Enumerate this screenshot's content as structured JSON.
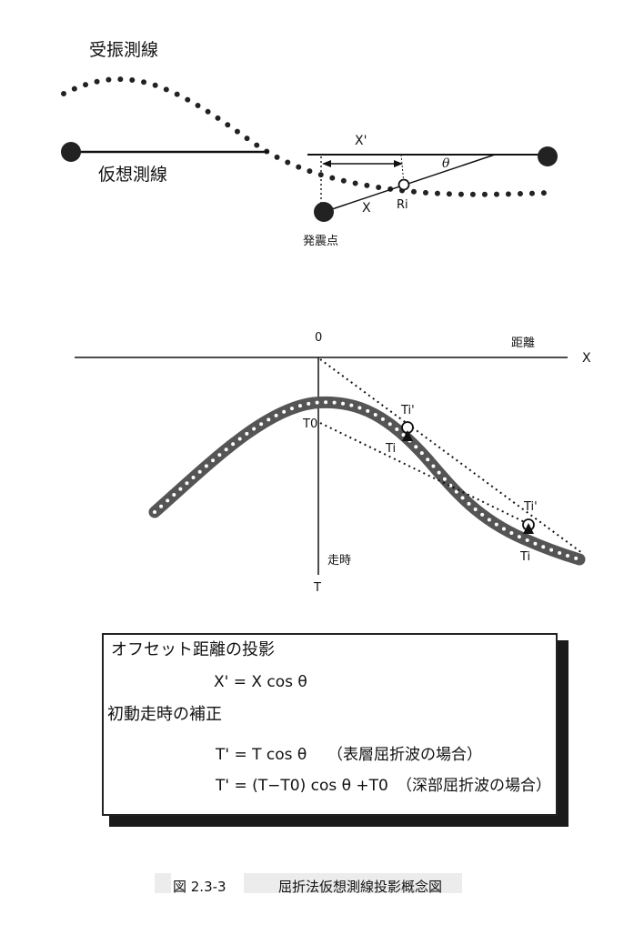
{
  "top_diagram": {
    "receiver_line_label": "受振測線",
    "virtual_line_label": "仮想測線",
    "shot_point_label": "発震点",
    "x_prime_label": "X'",
    "x_label": "X",
    "theta_label": "θ",
    "receiver_label": "Ri"
  },
  "bottom_diagram": {
    "origin_label": "0",
    "distance_label": "距離",
    "x_axis_label": "X",
    "time_label": "走時",
    "t_axis_label": "T",
    "t0_label": "T0",
    "ti_prime_label_1": "Ti'",
    "ti_label_1": "Ti",
    "ti_prime_label_2": "Ti'",
    "ti_label_2": "Ti"
  },
  "formula_box": {
    "heading_1": "オフセット距離の投影",
    "formula_1": "X' = X cos θ",
    "heading_2": "初動走時の補正",
    "formula_2": "T' = T cos θ",
    "note_2": "（表層屈折波の場合）",
    "formula_3": "T' = (T−T0) cos θ +T0",
    "note_3": "（深部屈折波の場合）"
  },
  "caption": {
    "number": "図 2.3-3",
    "title": "屈折法仮想測線投影概念図"
  }
}
